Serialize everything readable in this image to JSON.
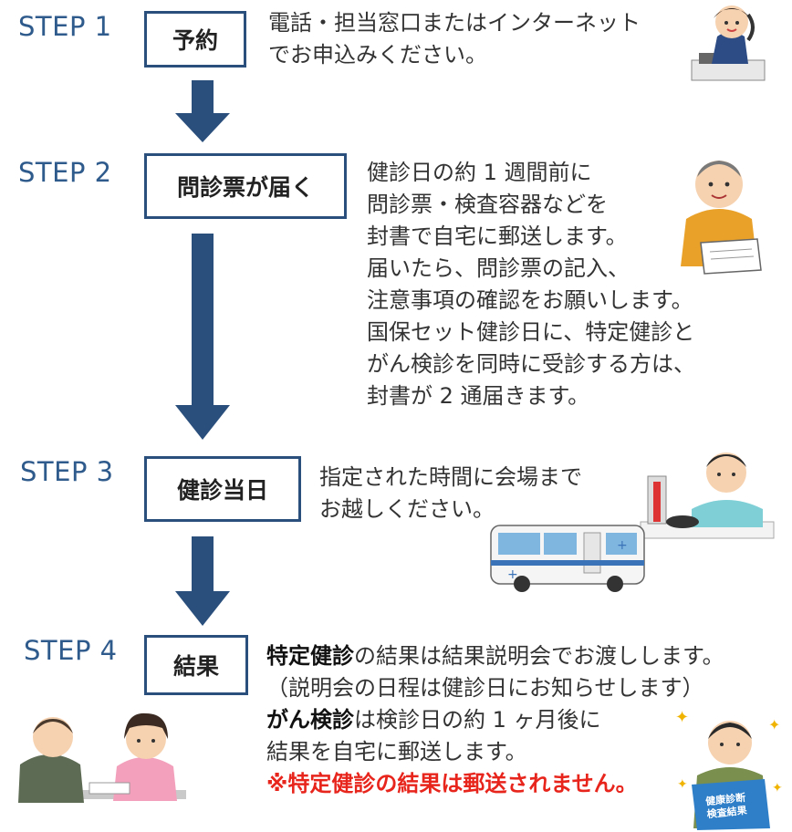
{
  "steps": [
    {
      "label": "STEP 1",
      "box": "予約",
      "lines": [
        "電話・担当窓口またはインターネット",
        "でお申込みください。"
      ],
      "illustration": "receptionist-phone-illustration"
    },
    {
      "label": "STEP 2",
      "box": "問診票が届く",
      "lines": [
        "健診日の約 1 週間前に",
        "問診票・検査容器などを",
        "封書で自宅に郵送します。",
        "届いたら、問診票の記入、",
        "注意事項の確認をお願いします。",
        "国保セット健診日に、特定健診と",
        "がん検診を同時に受診する方は、",
        "封書が 2 通届きます。"
      ],
      "illustration": "man-reading-letter-illustration"
    },
    {
      "label": "STEP 3",
      "box": "健診当日",
      "lines": [
        "指定された時間に会場まで",
        "お越しください。"
      ],
      "illustration": "blood-pressure-and-bus-illustration"
    },
    {
      "label": "STEP 4",
      "box": "結果",
      "line1_bold": "特定健診",
      "line1_rest": "の結果は結果説明会でお渡しします。",
      "line2": "（説明会の日程は健診日にお知らせします）",
      "line3_bold": "がん検診",
      "line3_rest": "は検診日の約 1 ヶ月後に",
      "line4": "結果を自宅に郵送します。",
      "line5_note": "※特定健診の結果は郵送されません。",
      "book_text_1": "健康診断",
      "book_text_2": "検査結果",
      "illustration": "consultation-and-result-illustration"
    }
  ],
  "colors": {
    "accent": "#2a4f7c",
    "step_label": "#2e5a8c",
    "warning": "#e8251d"
  }
}
